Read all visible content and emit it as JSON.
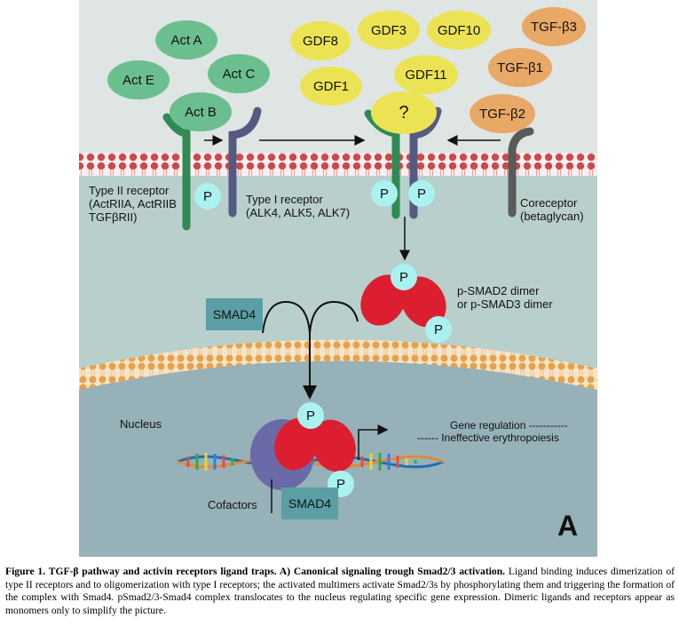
{
  "ligands": {
    "activins": [
      "Act A",
      "Act E",
      "Act C",
      "Act B"
    ],
    "gdfs": [
      "GDF8",
      "GDF3",
      "GDF10",
      "GDF1",
      "GDF11"
    ],
    "unknown": "?",
    "tgfs": [
      "TGF-β3",
      "TGF-β1",
      "TGF-β2"
    ]
  },
  "phospho": "P",
  "labels": {
    "type2_line1": "Type II receptor",
    "type2_line2": "(ActRIIA, ActRIIB",
    "type2_line3": "TGFβRII)",
    "type1_line1": "Type I receptor",
    "type1_line2": "(ALK4, ALK5, ALK7)",
    "corec_line1": "Coreceptor",
    "corec_line2": "(betaglycan)",
    "psmad_line1": "p-SMAD2 dimer",
    "psmad_line2": "or p-SMAD3 dimer",
    "smad4": "SMAD4",
    "nucleus": "Nucleus",
    "gene_line1": "Gene regulation -----------",
    "gene_line2": "------ Ineffective erythropoiesis",
    "cofactors": "Cofactors",
    "smad4_nuc": "SMAD4",
    "panel": "A"
  },
  "caption": {
    "title": "Figure 1. TGF-β pathway and activin receptors ligand traps. A) Canonical signaling trough Smad2/3 activation.",
    "body": " Ligand binding induces dimerization of type II receptors and to oligomerization with type I receptors; the activated multimers activate Smad2/3s by phosphorylating them and triggering the formation of the complex with Smad4. pSmad2/3-Smad4 complex translocates to the nucleus regulating specific gene expression. Dimeric ligands and receptors appear as monomers only to simplify the picture."
  },
  "colors": {
    "extracellular": "#dfe5e3",
    "cytoplasm": "#b9cfcc",
    "nucleoplasm": "#97b1b8",
    "activin": "#6bbf8e",
    "gdf": "#ece354",
    "tgf": "#e8a866",
    "type2_receptor": "#2f8a55",
    "type1_receptor": "#545a82",
    "smad_red": "#dc1f30",
    "phospho": "#aaf2ef",
    "smad4": "#5a9fa5"
  }
}
